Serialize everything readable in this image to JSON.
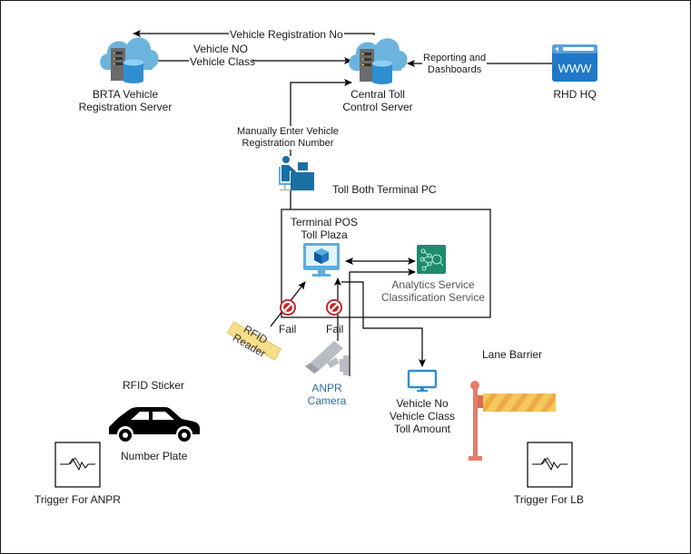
{
  "diagram": {
    "nodes": {
      "brta_server": {
        "label_line1": "BRTA Vehicle",
        "label_line2": "Registration Server",
        "icon": "cloud-server-database-icon"
      },
      "central_server": {
        "label_line1": "Central Toll",
        "label_line2": "Control Server",
        "icon": "cloud-server-database-icon"
      },
      "rhd_hq": {
        "label": "RHD HQ",
        "icon": "www-browser-icon"
      },
      "terminal_pc": {
        "label": "Toll Both Terminal PC",
        "icon": "operator-desk-icon"
      },
      "terminal_pos": {
        "label_line1": "Terminal POS",
        "label_line2": "Toll Plaza",
        "icon": "monitor-cube-icon"
      },
      "analytics": {
        "label_line1": "Analytics Service",
        "label_line2": "Classification Service",
        "icon": "analytics-network-icon"
      },
      "rfid_reader": {
        "label_line1": "RFID",
        "label_line2": "Reader"
      },
      "anpr_camera": {
        "label_line1": "ANPR",
        "label_line2": "Camera",
        "icon": "cctv-camera-icon"
      },
      "display": {
        "label_line1": "Vehicle No",
        "label_line2": "Vehicle Class",
        "label_line3": "Toll Amount",
        "icon": "display-monitor-icon"
      },
      "lane_barrier": {
        "label": "Lane Barrier",
        "icon": "boom-barrier-icon"
      },
      "car": {
        "label_top": "RFID Sticker",
        "label_bottom": "Number Plate",
        "icon": "car-icon"
      },
      "trigger_anpr": {
        "label": "Trigger For ANPR",
        "icon": "sensor-waveform-icon"
      },
      "trigger_lb": {
        "label": "Trigger For LB",
        "icon": "sensor-waveform-icon"
      }
    },
    "edges": {
      "central_to_brta": "Vehicle Registration No",
      "brta_to_central_line1": "Vehicle NO",
      "brta_to_central_line2": "Vehicle Class",
      "rhd_to_central_line1": "Reporting and",
      "rhd_to_central_line2": "Dashboards",
      "terminal_to_central_line1": "Manually Enter Vehicle",
      "terminal_to_central_line2": "Registration Number",
      "rfid_fail": "Fail",
      "anpr_fail": "Fail"
    },
    "colors": {
      "cloud": "#6cb4de",
      "server": "#6b6b6b",
      "database": "#2e8fd0",
      "www_bg": "#1f78c8",
      "operator": "#1a6fa3",
      "pos_monitor": "#5aaee0",
      "analytics_bg": "#1e8a6e",
      "fail_red": "#c0262a",
      "camera": "#b8bcc4",
      "barrier_pole": "#e67c6a",
      "barrier_stripe_a": "#f5c85a",
      "barrier_stripe_b": "#f0a94a",
      "rfid_tag": "#f7df8a",
      "anpr_text": "#2f6fa6"
    }
  }
}
